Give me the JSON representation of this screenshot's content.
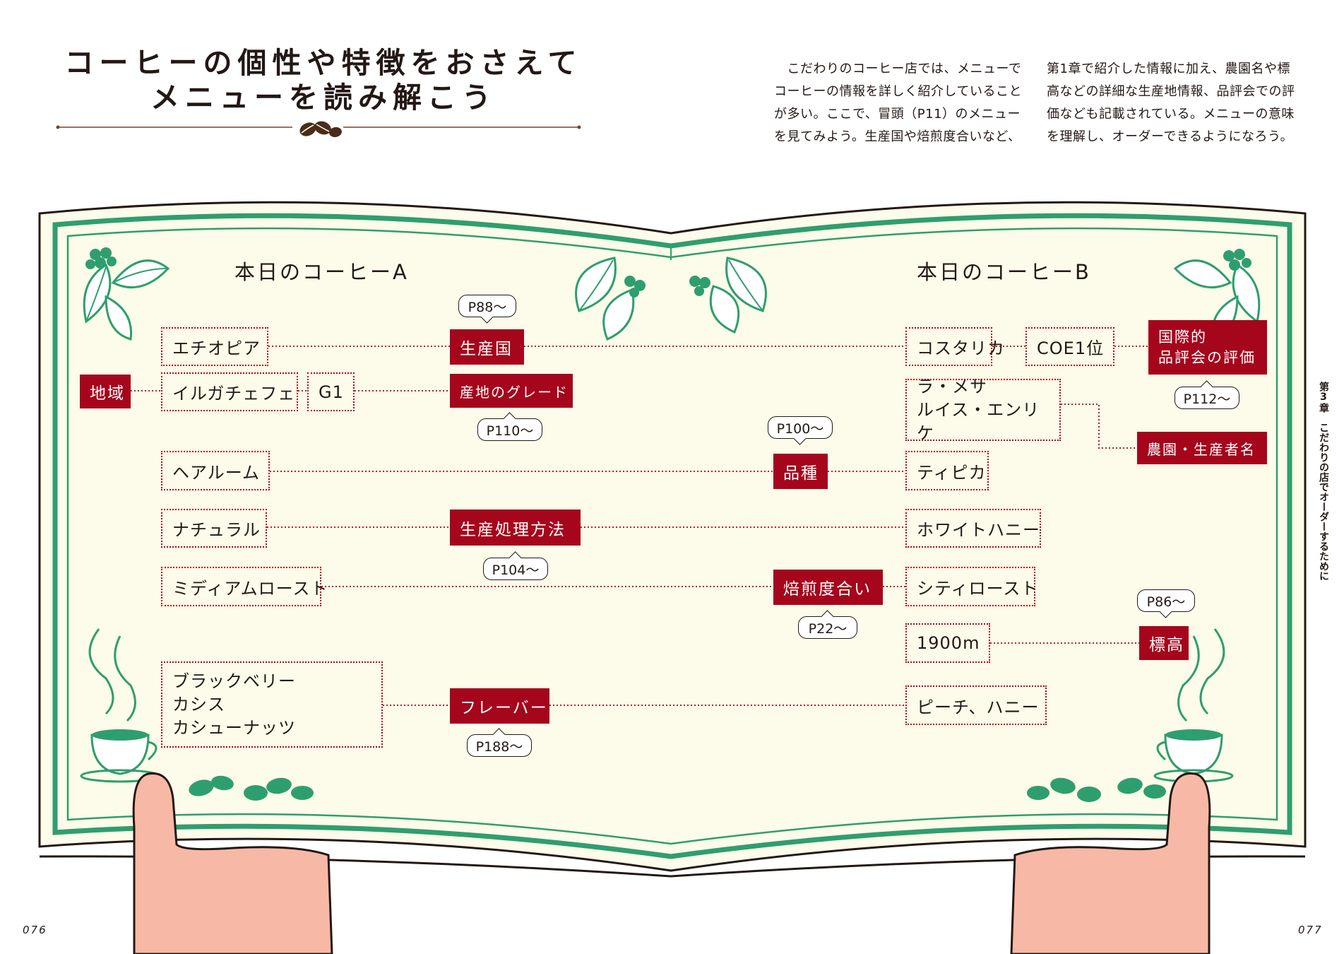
{
  "header": {
    "title_line1": "コーヒーの個性や特徴をおさえて",
    "title_line2": "メニューを読み解こう",
    "intro_col1": "　こだわりのコーヒー店では、メニューでコーヒーの情報を詳しく紹介していることが多い。ここで、冒頭（P11）のメニューを見てみよう。生産国や焙煎度合いなど、",
    "intro_col2": "第1章で紹介した情報に加え、農園名や標高などの詳細な生産地情報、品評会での評価なども記載されている。メニューの意味を理解し、オーダーできるようになろう。"
  },
  "side_tab": "第3章　こだわりの店でオーダーするために",
  "page_numbers": {
    "left": "076",
    "right": "077"
  },
  "menu_a": {
    "heading": "本日のコーヒーA",
    "ethiopia": "エチオピア",
    "yirgacheffe": "イルガチェフェ",
    "grade": "G1",
    "heirloom": "ヘアルーム",
    "natural": "ナチュラル",
    "medium_roast": "ミディアムロースト",
    "flavor_lines": [
      "ブラックベリー",
      "カシス",
      "カシューナッツ"
    ]
  },
  "menu_b": {
    "heading": "本日のコーヒーB",
    "costa_rica": "コスタリカ",
    "coe": "COE1位",
    "farm_lines": [
      "ラ・メサ",
      "ルイス・エンリケ"
    ],
    "typica": "ティピカ",
    "white_honey": "ホワイトハニー",
    "city_roast": "シティロースト",
    "altitude": "1900m",
    "flavor": "ピーチ、ハニー"
  },
  "categories": {
    "region": "地域",
    "country": "生産国",
    "grade": "産地のグレード",
    "variety": "品種",
    "process": "生産処理方法",
    "roast": "焙煎度合い",
    "flavor": "フレーバー",
    "competition_lines": [
      "国際的",
      "品評会の評価"
    ],
    "farm": "農園・生産者名",
    "elevation": "標高"
  },
  "page_refs": {
    "country": "P88〜",
    "grade": "P110〜",
    "variety": "P100〜",
    "process": "P104〜",
    "roast": "P22〜",
    "flavor": "P188〜",
    "competition": "P112〜",
    "elevation": "P86〜"
  },
  "colors": {
    "accent_red": "#a5061c",
    "frame_green": "#2f9e6e",
    "paper": "#fdfbe9",
    "skin": "#f7b9a5",
    "bean_brown": "#4a2c1a"
  }
}
